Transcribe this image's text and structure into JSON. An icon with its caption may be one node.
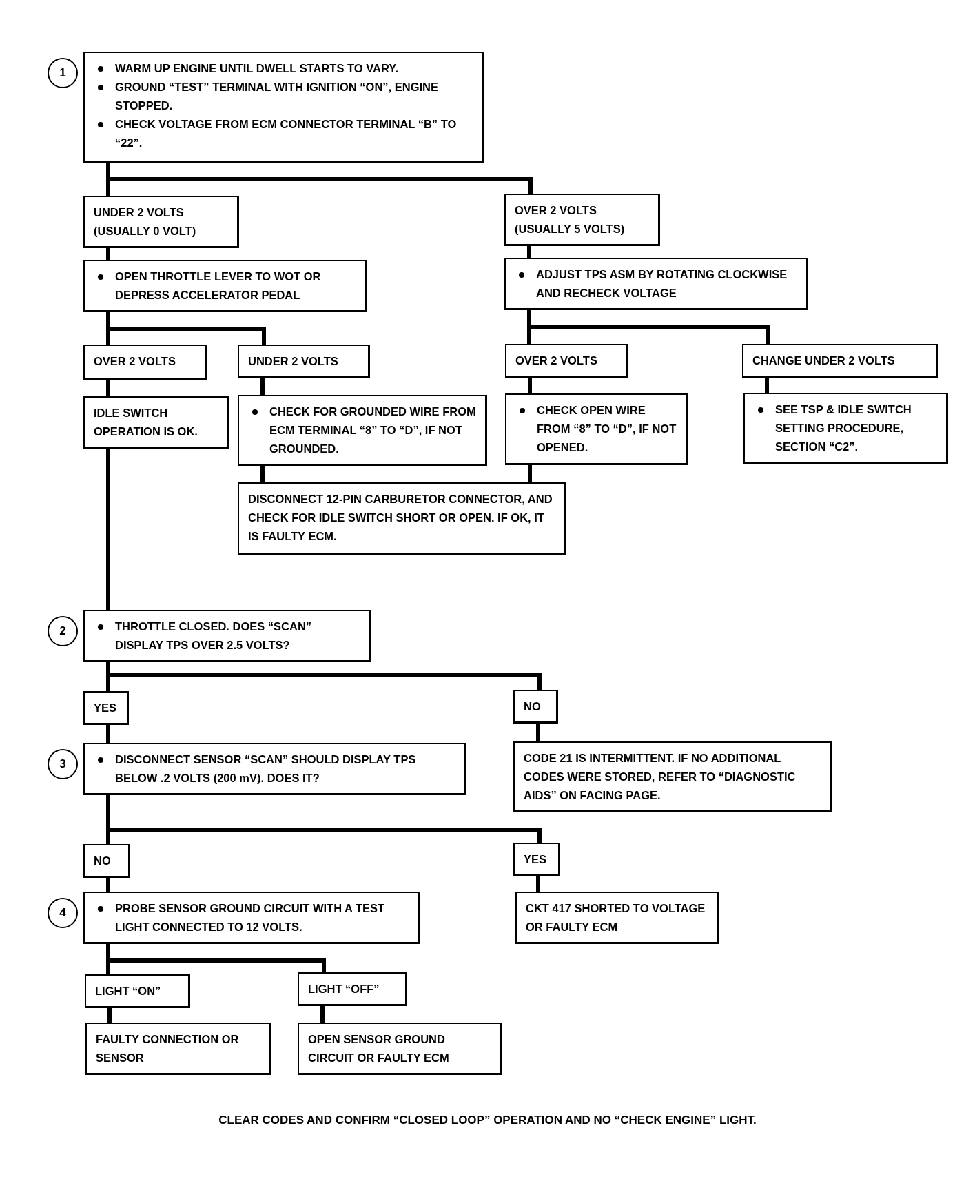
{
  "diagram": {
    "nodes": [
      {
        "text": [
          "WARM UP ENGINE UNTIL DWELL STARTS TO VARY.",
          "GROUND “TEST” TERMINAL WITH IGNITION “ON”, ENGINE STOPPED.",
          "CHECK VOLTAGE FROM ECM CONNECTOR TERMINAL “B” TO “22”."
        ],
        "beside": [
          "1"
        ]
      },
      {
        "text": [
          "UNDER 2 VOLTS (USUALLY 0 VOLT)"
        ]
      },
      {
        "text": [
          "OVER 2 VOLTS (USUALLY 5 VOLTS)"
        ]
      },
      {
        "text": [
          "OPEN THROTTLE LEVER TO WOT OR DEPRESS ACCELERATOR PEDAL"
        ]
      },
      {
        "text": [
          "ADJUST TPS ASM BY ROTATING CLOCKWISE AND RECHECK VOLTAGE"
        ]
      },
      {
        "text": [
          "OVER 2 VOLTS"
        ]
      },
      {
        "text": [
          "UNDER 2 VOLTS"
        ]
      },
      {
        "text": [
          "OVER 2 VOLTS"
        ]
      },
      {
        "text": [
          "CHANGE UNDER 2 VOLTS"
        ]
      },
      {
        "text": [
          "IDLE SWITCH OPERATION IS OK."
        ]
      },
      {
        "text": [
          "CHECK FOR GROUNDED WIRE FROM ECM TERMINAL “8” TO “D”, IF NOT GROUNDED."
        ]
      },
      {
        "text": [
          "CHECK OPEN WIRE FROM “8” TO “D”, IF NOT OPENED."
        ]
      },
      {
        "text": [
          "SEE TSP & IDLE SWITCH SETTING PROCEDURE, SECTION “C2”."
        ]
      },
      {
        "text": [
          "DISCONNECT 12-PIN CARBURETOR CONNECTOR, AND CHECK FOR IDLE SWITCH SHORT OR OPEN.  IF OK, IT IS FAULTY ECM."
        ]
      },
      {
        "text": [
          "THROTTLE CLOSED.  DOES “SCAN” DISPLAY TPS OVER 2.5 VOLTS?"
        ],
        "beside": [
          "2"
        ]
      },
      {
        "text": [
          "YES"
        ]
      },
      {
        "text": [
          "NO"
        ]
      },
      {
        "text": [
          "DISCONNECT SENSOR “SCAN” SHOULD DISPLAY TPS BELOW .2 VOLTS (200 mV).  DOES IT?"
        ],
        "beside": [
          "3"
        ]
      },
      {
        "text": [
          "CODE 21 IS INTERMITTENT.  IF NO ADDITIONAL CODES WERE STORED, REFER TO “DIAGNOSTIC AIDS” ON FACING PAGE."
        ]
      },
      {
        "text": [
          "NO"
        ]
      },
      {
        "text": [
          "YES"
        ]
      },
      {
        "text": [
          "PROBE SENSOR GROUND CIRCUIT WITH A TEST LIGHT CONNECTED TO 12 VOLTS."
        ],
        "beside": [
          "4"
        ]
      },
      {
        "text": [
          "CKT 417 SHORTED TO VOLTAGE OR FAULTY ECM"
        ]
      },
      {
        "text": [
          "LIGHT “ON”"
        ]
      },
      {
        "text": [
          "LIGHT “OFF”"
        ]
      },
      {
        "text": [
          "FAULTY CONNECTION OR SENSOR"
        ]
      },
      {
        "text": [
          "OPEN SENSOR GROUND CIRCUIT OR FAULTY ECM"
        ]
      }
    ],
    "edges": [
      {
        "from": 0,
        "to": 1,
        "arrow": "none"
      },
      {
        "from": 0,
        "to": 2,
        "arrow": "none"
      },
      {
        "from": 1,
        "to": 3,
        "arrow": "none"
      },
      {
        "from": 2,
        "to": 4,
        "arrow": "none"
      },
      {
        "from": 3,
        "to": 5,
        "arrow": "none"
      },
      {
        "from": 3,
        "to": 6,
        "arrow": "none"
      },
      {
        "from": 4,
        "to": 7,
        "arrow": "none"
      },
      {
        "from": 4,
        "to": 8,
        "arrow": "none"
      },
      {
        "from": 5,
        "to": 9,
        "arrow": "none"
      },
      {
        "from": 6,
        "to": 10,
        "arrow": "none"
      },
      {
        "from": 7,
        "to": 11,
        "arrow": "none"
      },
      {
        "from": 8,
        "to": 12,
        "arrow": "none"
      },
      {
        "from": 10,
        "to": 13,
        "arrow": "none"
      },
      {
        "from": 11,
        "to": 13,
        "arrow": "none"
      },
      {
        "from": 9,
        "to": 14,
        "arrow": "none"
      },
      {
        "from": 14,
        "to": 15,
        "arrow": "none"
      },
      {
        "from": 14,
        "to": 16,
        "arrow": "none"
      },
      {
        "from": 15,
        "to": 17,
        "arrow": "none"
      },
      {
        "from": 16,
        "to": 18,
        "arrow": "none"
      },
      {
        "from": 17,
        "to": 19,
        "arrow": "none"
      },
      {
        "from": 17,
        "to": 20,
        "arrow": "none"
      },
      {
        "from": 19,
        "to": 21,
        "arrow": "none"
      },
      {
        "from": 20,
        "to": 22,
        "arrow": "none"
      },
      {
        "from": 21,
        "to": 23,
        "arrow": "none"
      },
      {
        "from": 21,
        "to": 24,
        "arrow": "none"
      },
      {
        "from": 23,
        "to": 25,
        "arrow": "none"
      },
      {
        "from": 24,
        "to": 26,
        "arrow": "none"
      }
    ],
    "labels": [
      "CLEAR CODES AND CONFIRM “CLOSED LOOP” OPERATION AND NO “CHECK ENGINE” LIGHT."
    ]
  }
}
